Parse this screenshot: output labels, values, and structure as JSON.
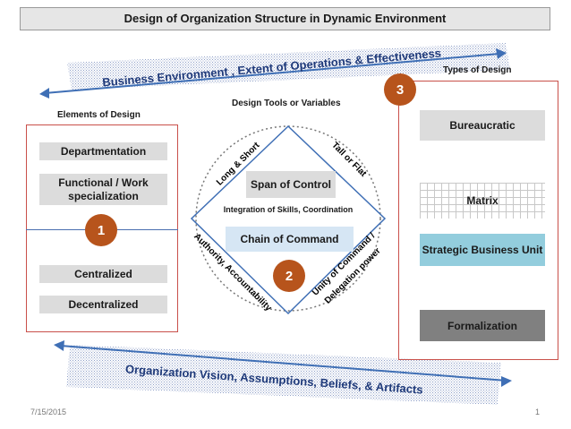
{
  "title": "Design of Organization Structure in Dynamic Environment",
  "top_band": "Business Environment , Extent of Operations & Effectiveness",
  "bottom_band": "Organization Vision, Assumptions,  Beliefs, & Artifacts",
  "left": {
    "heading": "Elements  of Design",
    "items": [
      "Departmentation",
      "Functional / Work specialization",
      "Centralized",
      "Decentralized"
    ],
    "badge": "1"
  },
  "center": {
    "heading": "Design Tools or Variables",
    "span_box": "Span of Control",
    "integration": "Integration of Skills,  Coordination",
    "chain_box": "Chain of Command",
    "edge_top_left": "Long & Short",
    "edge_top_right": "Tall or Flat",
    "edge_bottom_left": "Authority, Accountability",
    "edge_bottom_right_1": "Unity of Command /",
    "edge_bottom_right_2": "Delegation power",
    "badge": "2"
  },
  "right": {
    "heading": "Types of Design",
    "items": [
      "Bureaucratic",
      "Matrix",
      "Strategic Business Unit",
      "Formalization"
    ],
    "badge": "3"
  },
  "footer": {
    "date": "7/15/2015",
    "page": "1"
  },
  "colors": {
    "panel_border": "#c9504a",
    "badge": "#b7541c",
    "arrow": "#3f6fb5",
    "sbu": "#93cddd",
    "formalization": "#808080"
  }
}
